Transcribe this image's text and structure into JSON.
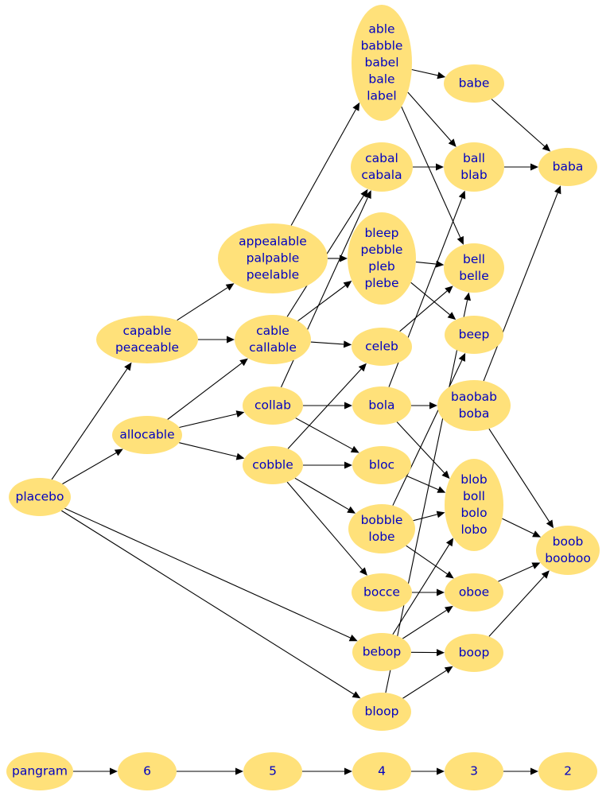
{
  "nodes": [
    {
      "id": "able",
      "lines": [
        "able",
        "babble",
        "babel",
        "bale",
        "label"
      ]
    },
    {
      "id": "babe",
      "lines": [
        "babe"
      ]
    },
    {
      "id": "baba",
      "lines": [
        "baba"
      ]
    },
    {
      "id": "cabal",
      "lines": [
        "cabal",
        "cabala"
      ]
    },
    {
      "id": "ball",
      "lines": [
        "ball",
        "blab"
      ]
    },
    {
      "id": "appealable",
      "lines": [
        "appealable",
        "palpable",
        "peelable"
      ]
    },
    {
      "id": "bleep",
      "lines": [
        "bleep",
        "pebble",
        "pleb",
        "plebe"
      ]
    },
    {
      "id": "bell",
      "lines": [
        "bell",
        "belle"
      ]
    },
    {
      "id": "capable",
      "lines": [
        "capable",
        "peaceable"
      ]
    },
    {
      "id": "cable",
      "lines": [
        "cable",
        "callable"
      ]
    },
    {
      "id": "celeb",
      "lines": [
        "celeb"
      ]
    },
    {
      "id": "beep",
      "lines": [
        "beep"
      ]
    },
    {
      "id": "collab",
      "lines": [
        "collab"
      ]
    },
    {
      "id": "bola",
      "lines": [
        "bola"
      ]
    },
    {
      "id": "baobab",
      "lines": [
        "baobab",
        "boba"
      ]
    },
    {
      "id": "allocable",
      "lines": [
        "allocable"
      ]
    },
    {
      "id": "cobble",
      "lines": [
        "cobble"
      ]
    },
    {
      "id": "bloc",
      "lines": [
        "bloc"
      ]
    },
    {
      "id": "blob",
      "lines": [
        "blob",
        "boll",
        "bolo",
        "lobo"
      ]
    },
    {
      "id": "placebo",
      "lines": [
        "placebo"
      ]
    },
    {
      "id": "bobble",
      "lines": [
        "bobble",
        "lobe"
      ]
    },
    {
      "id": "boob",
      "lines": [
        "boob",
        "booboo"
      ]
    },
    {
      "id": "bocce",
      "lines": [
        "bocce"
      ]
    },
    {
      "id": "oboe",
      "lines": [
        "oboe"
      ]
    },
    {
      "id": "bebop",
      "lines": [
        "bebop"
      ]
    },
    {
      "id": "boop",
      "lines": [
        "boop"
      ]
    },
    {
      "id": "bloop",
      "lines": [
        "bloop"
      ]
    },
    {
      "id": "pangram",
      "lines": [
        "pangram"
      ]
    },
    {
      "id": "n6",
      "lines": [
        "6"
      ]
    },
    {
      "id": "n5",
      "lines": [
        "5"
      ]
    },
    {
      "id": "n4",
      "lines": [
        "4"
      ]
    },
    {
      "id": "n3",
      "lines": [
        "3"
      ]
    },
    {
      "id": "n2",
      "lines": [
        "2"
      ]
    }
  ],
  "edges": [
    {
      "from": "able",
      "to": "babe"
    },
    {
      "from": "able",
      "to": "ball"
    },
    {
      "from": "able",
      "to": "bell"
    },
    {
      "from": "babe",
      "to": "baba"
    },
    {
      "from": "cabal",
      "to": "ball"
    },
    {
      "from": "ball",
      "to": "baba"
    },
    {
      "from": "appealable",
      "to": "able"
    },
    {
      "from": "appealable",
      "to": "bleep"
    },
    {
      "from": "bleep",
      "to": "bell"
    },
    {
      "from": "bleep",
      "to": "beep"
    },
    {
      "from": "capable",
      "to": "appealable"
    },
    {
      "from": "capable",
      "to": "cable"
    },
    {
      "from": "cable",
      "to": "cabal"
    },
    {
      "from": "cable",
      "to": "bleep"
    },
    {
      "from": "cable",
      "to": "celeb"
    },
    {
      "from": "celeb",
      "to": "bell"
    },
    {
      "from": "collab",
      "to": "cabal"
    },
    {
      "from": "collab",
      "to": "bola"
    },
    {
      "from": "collab",
      "to": "bloc"
    },
    {
      "from": "bola",
      "to": "ball"
    },
    {
      "from": "bola",
      "to": "baobab"
    },
    {
      "from": "bola",
      "to": "blob"
    },
    {
      "from": "baobab",
      "to": "baba"
    },
    {
      "from": "baobab",
      "to": "boob"
    },
    {
      "from": "allocable",
      "to": "cable"
    },
    {
      "from": "allocable",
      "to": "collab"
    },
    {
      "from": "allocable",
      "to": "cobble"
    },
    {
      "from": "cobble",
      "to": "celeb"
    },
    {
      "from": "cobble",
      "to": "bloc"
    },
    {
      "from": "cobble",
      "to": "bobble"
    },
    {
      "from": "cobble",
      "to": "bocce"
    },
    {
      "from": "bloc",
      "to": "blob"
    },
    {
      "from": "blob",
      "to": "boob"
    },
    {
      "from": "placebo",
      "to": "capable"
    },
    {
      "from": "placebo",
      "to": "allocable"
    },
    {
      "from": "placebo",
      "to": "bebop"
    },
    {
      "from": "placebo",
      "to": "bloop"
    },
    {
      "from": "bobble",
      "to": "beep"
    },
    {
      "from": "bobble",
      "to": "blob"
    },
    {
      "from": "bobble",
      "to": "oboe"
    },
    {
      "from": "bocce",
      "to": "oboe"
    },
    {
      "from": "oboe",
      "to": "boob"
    },
    {
      "from": "bebop",
      "to": "blob"
    },
    {
      "from": "bebop",
      "to": "oboe"
    },
    {
      "from": "bebop",
      "to": "boop"
    },
    {
      "from": "boop",
      "to": "boob"
    },
    {
      "from": "bloop",
      "to": "bell"
    },
    {
      "from": "bloop",
      "to": "boop"
    },
    {
      "from": "pangram",
      "to": "n6"
    },
    {
      "from": "n6",
      "to": "n5"
    },
    {
      "from": "n5",
      "to": "n4"
    },
    {
      "from": "n4",
      "to": "n3"
    },
    {
      "from": "n3",
      "to": "n2"
    }
  ]
}
